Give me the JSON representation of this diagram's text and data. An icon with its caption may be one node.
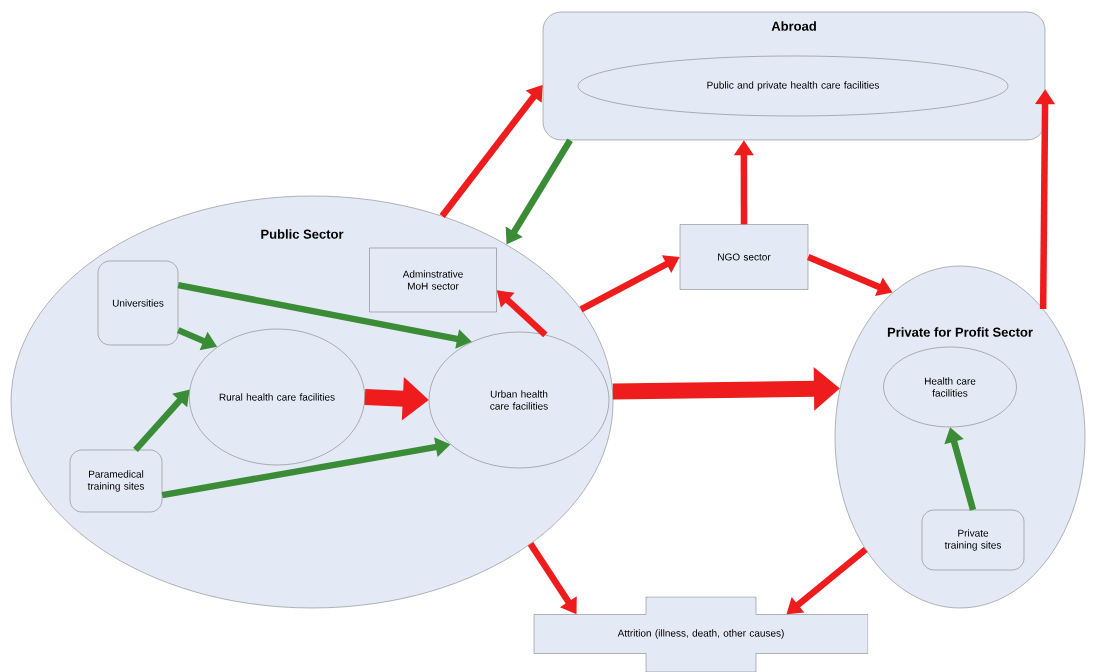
{
  "diagram": {
    "nodes": [
      {
        "text": [
          "Abroad"
        ]
      },
      {
        "text": [
          "Public and private health care facilities"
        ],
        "in": 0
      },
      {
        "text": [
          "Public Sector"
        ]
      },
      {
        "text": [
          "Universities"
        ],
        "in": 2
      },
      {
        "text": [
          "Adminstrative MoH sector"
        ],
        "in": 2
      },
      {
        "text": [
          "Rural health care facilities"
        ],
        "in": 2
      },
      {
        "text": [
          "Urban health care facilities"
        ],
        "in": 2
      },
      {
        "text": [
          "Paramedical training sites"
        ],
        "in": 2
      },
      {
        "text": [
          "NGO sector"
        ]
      },
      {
        "text": [
          "Private for Profit Sector"
        ]
      },
      {
        "text": [
          "Health care facilities"
        ],
        "in": 9
      },
      {
        "text": [
          "Private training sites"
        ],
        "in": 9
      },
      {
        "text": [
          "Attrition (illness, death, other causes)"
        ]
      }
    ],
    "edges": [
      {
        "from": 2,
        "to": 0,
        "arrow": "to"
      },
      {
        "from": 0,
        "to": 2,
        "arrow": "to",
        "color": "#3a8c36"
      },
      {
        "from": 2,
        "to": 8,
        "arrow": "to"
      },
      {
        "from": 8,
        "to": 0,
        "arrow": "to"
      },
      {
        "from": 8,
        "to": 9,
        "arrow": "to"
      },
      {
        "from": 9,
        "to": 0,
        "arrow": "to"
      },
      {
        "from": 6,
        "to": 4,
        "arrow": "to"
      },
      {
        "from": 3,
        "to": 5,
        "arrow": "to",
        "color": "#3a8c36"
      },
      {
        "from": 3,
        "to": 6,
        "arrow": "to",
        "color": "#3a8c36"
      },
      {
        "from": 7,
        "to": 5,
        "arrow": "to",
        "color": "#3a8c36"
      },
      {
        "from": 7,
        "to": 6,
        "arrow": "to",
        "color": "#3a8c36"
      },
      {
        "from": 5,
        "to": 6,
        "arrow": "to",
        "style": "thick"
      },
      {
        "from": 2,
        "to": 9,
        "arrow": "to",
        "style": "thick"
      },
      {
        "from": 2,
        "to": 12,
        "arrow": "to"
      },
      {
        "from": 9,
        "to": 12,
        "arrow": "to"
      },
      {
        "from": 11,
        "to": 10,
        "arrow": "to",
        "color": "#3a8c36"
      }
    ]
  }
}
